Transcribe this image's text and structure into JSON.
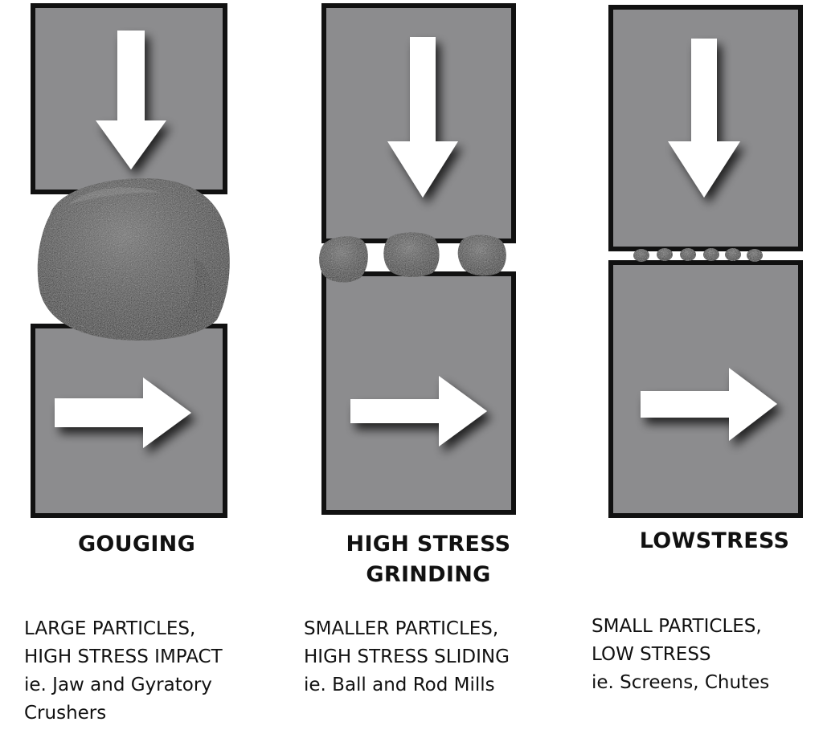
{
  "colors": {
    "block_fill": "#8c8c8e",
    "block_border": "#111111",
    "arrow": "#ffffff",
    "particle": "#3a3a3a"
  },
  "panels": [
    {
      "id": "gouging",
      "title_lines": [
        "GOUGING"
      ],
      "desc_lines": [
        "LARGE PARTICLES,",
        "HIGH STRESS IMPACT",
        "ie. Jaw and Gyratory",
        "Crushers"
      ],
      "particle_count": 1,
      "top_arrow_icon": "arrow-down-icon",
      "bottom_arrow_icon": "arrow-right-icon"
    },
    {
      "id": "high-stress-grinding",
      "title_lines": [
        "HIGH STRESS",
        "GRINDING"
      ],
      "desc_lines": [
        "SMALLER PARTICLES,",
        "HIGH STRESS SLIDING",
        "ie. Ball and Rod Mills"
      ],
      "particle_count": 3,
      "top_arrow_icon": "arrow-down-icon",
      "bottom_arrow_icon": "arrow-right-icon"
    },
    {
      "id": "low-stress",
      "title_lines": [
        "LOWSTRESS"
      ],
      "desc_lines": [
        "SMALL PARTICLES,",
        "LOW STRESS",
        "ie. Screens, Chutes"
      ],
      "particle_count": 6,
      "top_arrow_icon": "arrow-down-icon",
      "bottom_arrow_icon": "arrow-right-icon"
    }
  ]
}
